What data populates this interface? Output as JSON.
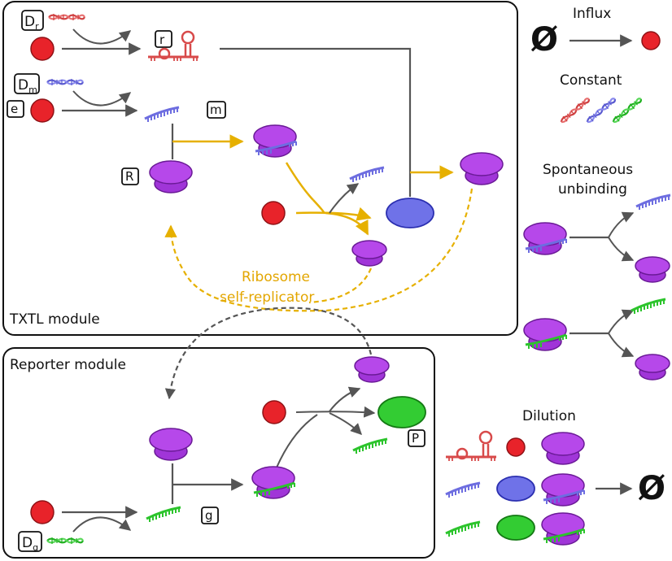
{
  "modules": {
    "txtl": "TXTL module",
    "reporter": "Reporter module"
  },
  "species_labels": {
    "dr_main": "D",
    "dr_sub": "r",
    "dm_main": "D",
    "dm_sub": "m",
    "dg_main": "D",
    "dg_sub": "g",
    "e": "e",
    "r": "r",
    "m": "m",
    "R": "R",
    "g": "g",
    "P": "P"
  },
  "annotations": {
    "ribosome_line1": "Ribosome",
    "ribosome_line2": "self-replicator"
  },
  "legend": {
    "influx_title": "Influx",
    "empty_set": "Ø",
    "constant_title": "Constant",
    "spontaneous_line1": "Spontaneous",
    "spontaneous_line2": "unbinding",
    "dilution_title": "Dilution"
  },
  "colors": {
    "energy": "#e8232a",
    "ribosomal_rna": "#e05555",
    "mrna": "#7a7ad8",
    "reporter_green": "#33cc33",
    "ribosome": "#b040e0",
    "enzyme": "#6f72e8",
    "yellow_arrow": "#e6b000",
    "gray_arrow": "#555555"
  }
}
